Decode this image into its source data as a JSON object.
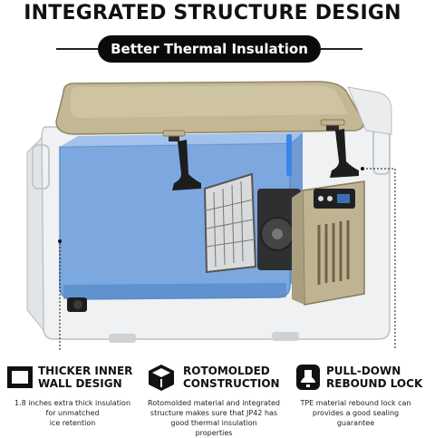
{
  "headline": "INTEGRATED STRUCTURE DESIGN",
  "badge": "Better Thermal Insulation",
  "features": [
    {
      "title": "THICKER INNER\nWALL DESIGN",
      "icon": "thick-wall-icon",
      "description": "1.8 inches extra thick insulation\nfor unmatched\nice retention"
    },
    {
      "title": "ROTOMOLDED\nCONSTRUCTION",
      "icon": "rotomolded-cube-icon",
      "description": "Rotomolded material and integrated\nstructure makes sure that JP42 has\ngood thermal insulation\nproperties"
    },
    {
      "title": "PULL-DOWN\nREBOUND LOCK",
      "icon": "pull-down-lock-icon",
      "description": "TPE material rebound lock can\nprovides a good sealing\nguarantee"
    }
  ],
  "colors": {
    "lid": "#bfb38f",
    "inner_tank": "#5f95d8",
    "compressor_housing": "#bdb192",
    "pill_background": "#0a0a0a"
  }
}
